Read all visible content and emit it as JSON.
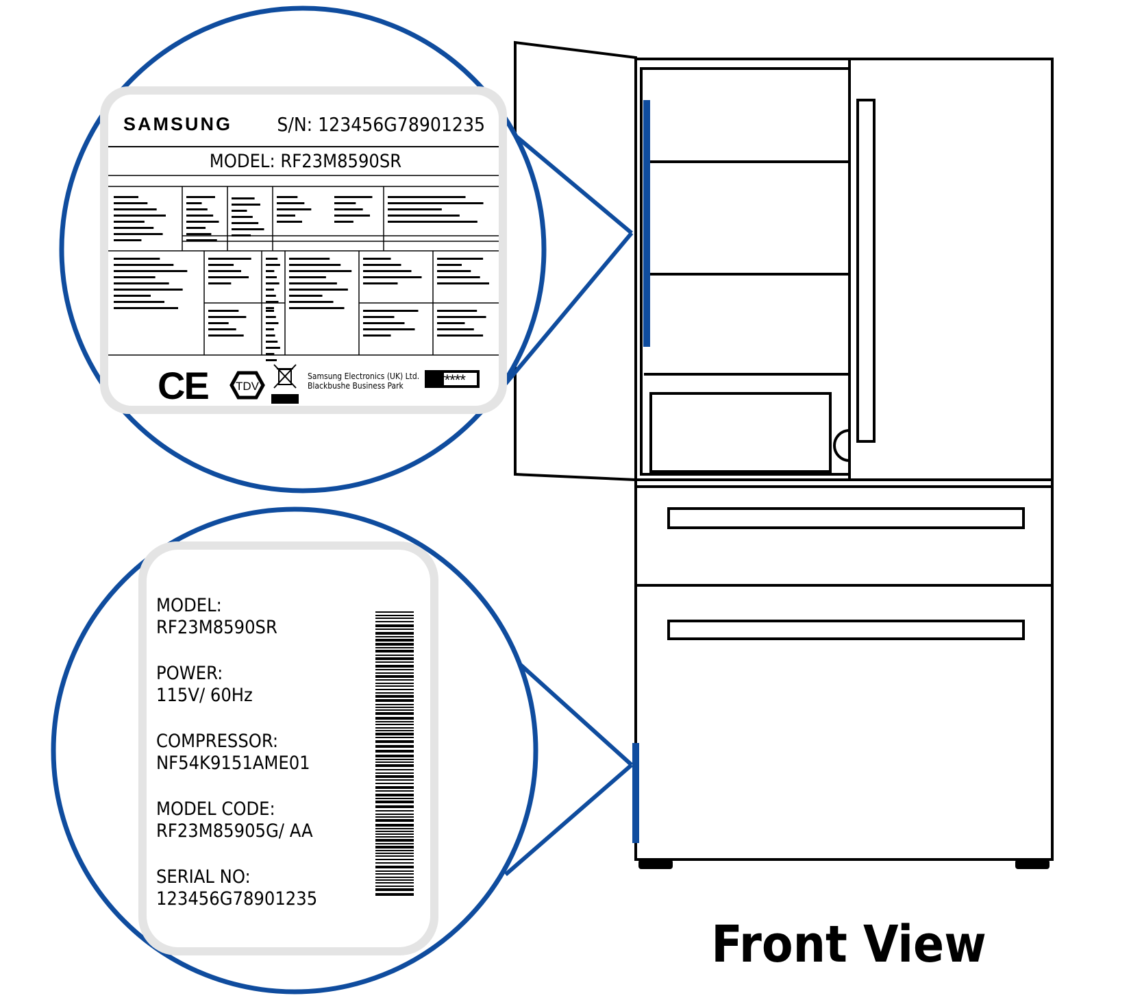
{
  "colors": {
    "accent": "#0f4c9e",
    "ink": "#000000",
    "label_frame": "#e4e4e4",
    "background": "#ffffff"
  },
  "rating_label": {
    "brand": "SAMSUNG",
    "serial": "S/N: 123456G78901235",
    "model": "MODEL: RF23M8590SR",
    "company_line1": "Samsung Electronics (UK) Ltd.",
    "company_line2": "Blackbushe Business Park",
    "ce_mark": "CE",
    "tdv_mark": "TDV",
    "star_rating": "*****",
    "icons": [
      "ce-mark-icon",
      "tdv-hexagon-icon",
      "weee-bin-icon",
      "star-rating-icon"
    ]
  },
  "side_label": {
    "entries": [
      {
        "label": "MODEL:",
        "value": "RF23M8590SR"
      },
      {
        "label": "POWER:",
        "value": "115V/ 60Hz"
      },
      {
        "label": "COMPRESSOR:",
        "value": "NF54K9151AME01"
      },
      {
        "label": "MODEL CODE:",
        "value": "RF23M85905G/ AA"
      },
      {
        "label": "SERIAL NO:",
        "value": "123456G78901235"
      }
    ],
    "icons": [
      "barcode-icon"
    ]
  },
  "caption": "Front View"
}
